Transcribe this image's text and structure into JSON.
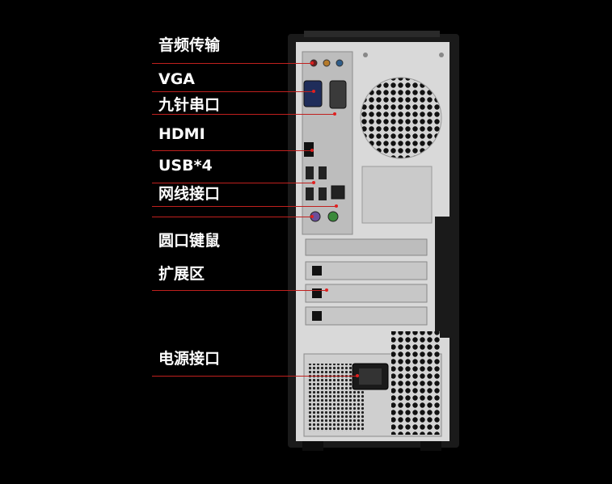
{
  "callouts": [
    {
      "id": "audio",
      "label": "音频传输"
    },
    {
      "id": "vga",
      "label": "VGA"
    },
    {
      "id": "serial",
      "label": "九针串口"
    },
    {
      "id": "hdmi",
      "label": "HDMI"
    },
    {
      "id": "usb",
      "label": "USB*4"
    },
    {
      "id": "lan",
      "label": "网线接口"
    },
    {
      "id": "ps2",
      "label": "圆口键鼠"
    },
    {
      "id": "expansion",
      "label": "扩展区"
    },
    {
      "id": "power",
      "label": "电源接口"
    }
  ],
  "colors": {
    "background": "#000000",
    "label_text": "#ffffff",
    "leader_line": "#c0201e",
    "chassis": "#d9d9d9",
    "frame": "#1a1a1a"
  }
}
